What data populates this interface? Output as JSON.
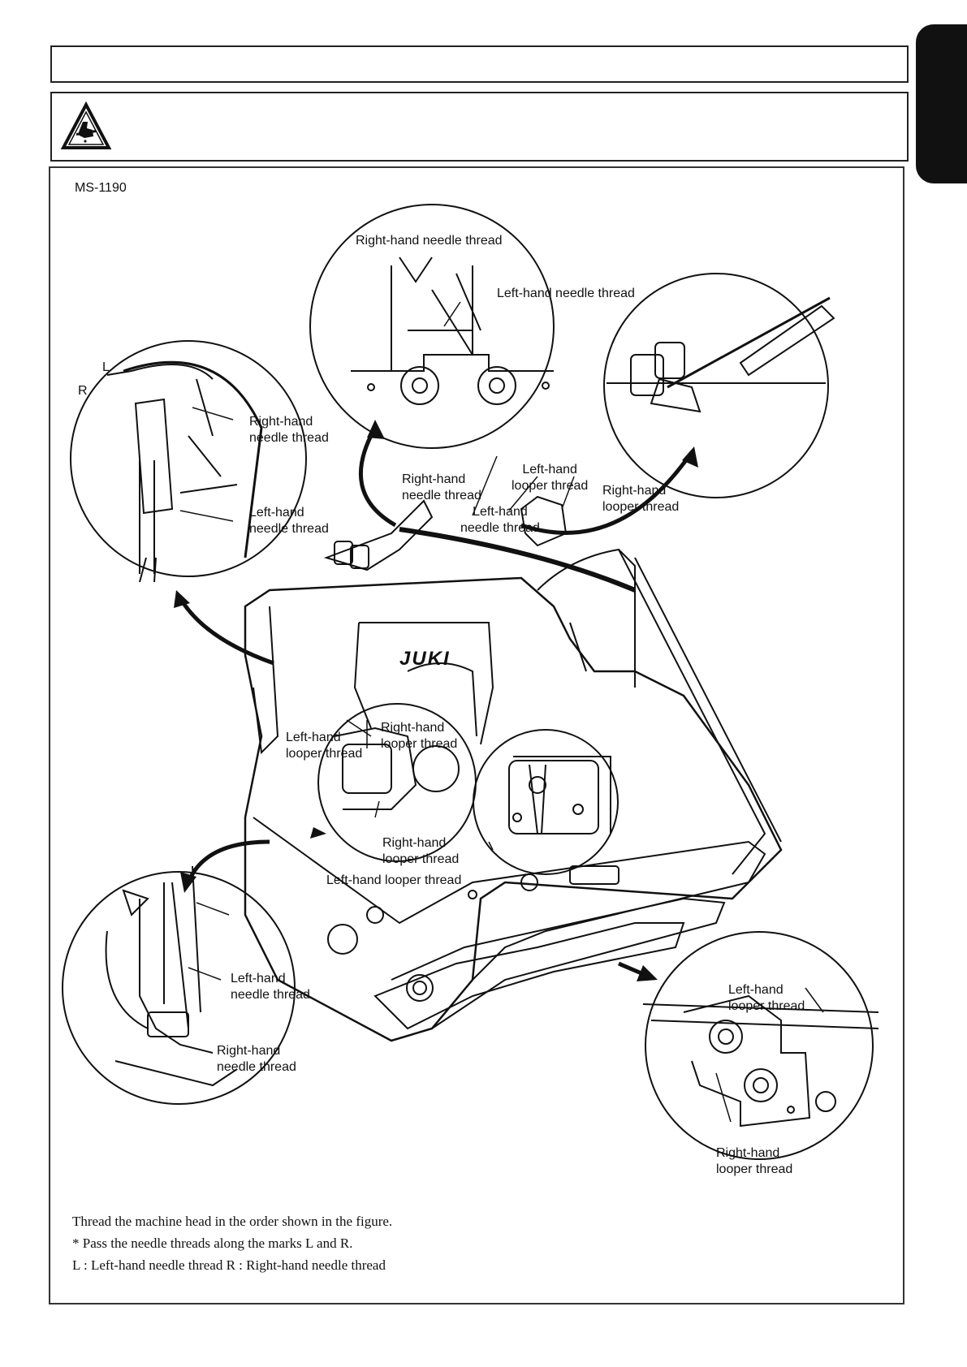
{
  "page": {
    "section_title": "",
    "warning_text": ""
  },
  "figure": {
    "model": "MS-1190",
    "brand": "JUKI",
    "mark_l": "L",
    "mark_r": "R",
    "labels": {
      "top_right_hand_needle": "Right-hand needle thread",
      "top_left_hand_needle": "Left-hand needle thread",
      "left_right_hand_needle": "Right-hand\nneedle thread",
      "left_left_hand_needle": "Left-hand\nneedle thread",
      "mid_right_hand_needle": "Right-hand\nneedle thread",
      "mid_left_hand_looper": "Left-hand\nlooper thread",
      "mid_left_hand_needle": "Left-hand\nneedle thread",
      "mid_right_hand_looper": "Right-hand\nlooper thread",
      "center_left_hand_looper": "Left-hand\nlooper thread",
      "center_right_hand_looper": "Right-hand\nlooper thread",
      "lower_right_hand_looper": "Right-hand\nlooper thread",
      "lower_left_hand_looper": "Left-hand looper thread",
      "bl_left_hand_needle": "Left-hand\nneedle thread",
      "bl_right_hand_needle": "Right-hand\nneedle thread",
      "br_left_hand_looper": "Left-hand\nlooper thread",
      "br_right_hand_looper": "Right-hand\nlooper thread"
    }
  },
  "notes": [
    "Thread the machine head in the order shown in the figure.",
    "* Pass the needle threads along the marks L and R.",
    "L : Left-hand needle thread    R : Right-hand needle thread"
  ]
}
